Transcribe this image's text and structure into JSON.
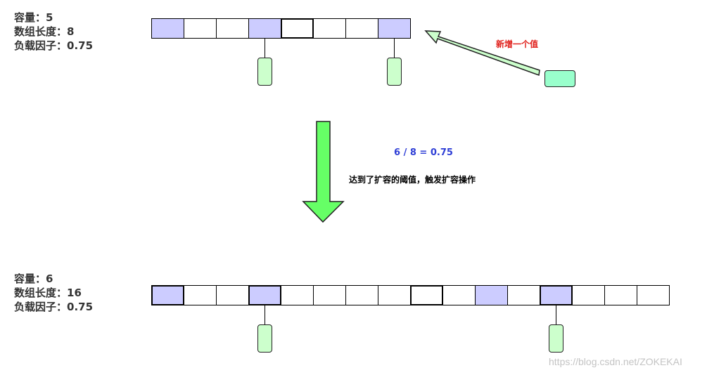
{
  "top_state": {
    "capacity": "容量：5",
    "array_length": "数组长度：8",
    "load_factor": "负载因子：0.75",
    "slots": [
      {
        "filled": true,
        "thick": false
      },
      {
        "filled": false,
        "thick": false
      },
      {
        "filled": false,
        "thick": false
      },
      {
        "filled": true,
        "thick": false
      },
      {
        "filled": false,
        "thick": true
      },
      {
        "filled": false,
        "thick": false
      },
      {
        "filled": false,
        "thick": false
      },
      {
        "filled": true,
        "thick": false
      }
    ],
    "chained_slots": [
      3,
      7
    ]
  },
  "insert_label": "新增一个值",
  "threshold_formula": "6 / 8 = 0.75",
  "resize_note": "达到了扩容的阈值，触发扩容操作",
  "bottom_state": {
    "capacity": "容量：6",
    "array_length": "数组长度：16",
    "load_factor": "负载因子：0.75",
    "slots": [
      {
        "filled": true,
        "thick": true
      },
      {
        "filled": false,
        "thick": false
      },
      {
        "filled": false,
        "thick": false
      },
      {
        "filled": true,
        "thick": true
      },
      {
        "filled": false,
        "thick": false
      },
      {
        "filled": false,
        "thick": false
      },
      {
        "filled": false,
        "thick": false
      },
      {
        "filled": false,
        "thick": false
      },
      {
        "filled": false,
        "thick": true
      },
      {
        "filled": false,
        "thick": false
      },
      {
        "filled": true,
        "thick": false
      },
      {
        "filled": false,
        "thick": false
      },
      {
        "filled": true,
        "thick": true
      },
      {
        "filled": false,
        "thick": false
      },
      {
        "filled": false,
        "thick": false
      },
      {
        "filled": false,
        "thick": false
      }
    ],
    "chained_slots": [
      3,
      12
    ]
  },
  "colors": {
    "filled_slot": "#ccccff",
    "empty_slot": "#ffffff",
    "chain_node": "#ccffcc",
    "new_node": "#99ffcc",
    "down_arrow": "#66ff66",
    "insert_arrow": "#ccffcc",
    "insert_label": "#e0201b",
    "formula": "#2f3fd6"
  },
  "watermark": "https://blog.csdn.net/ZOKEKAI"
}
